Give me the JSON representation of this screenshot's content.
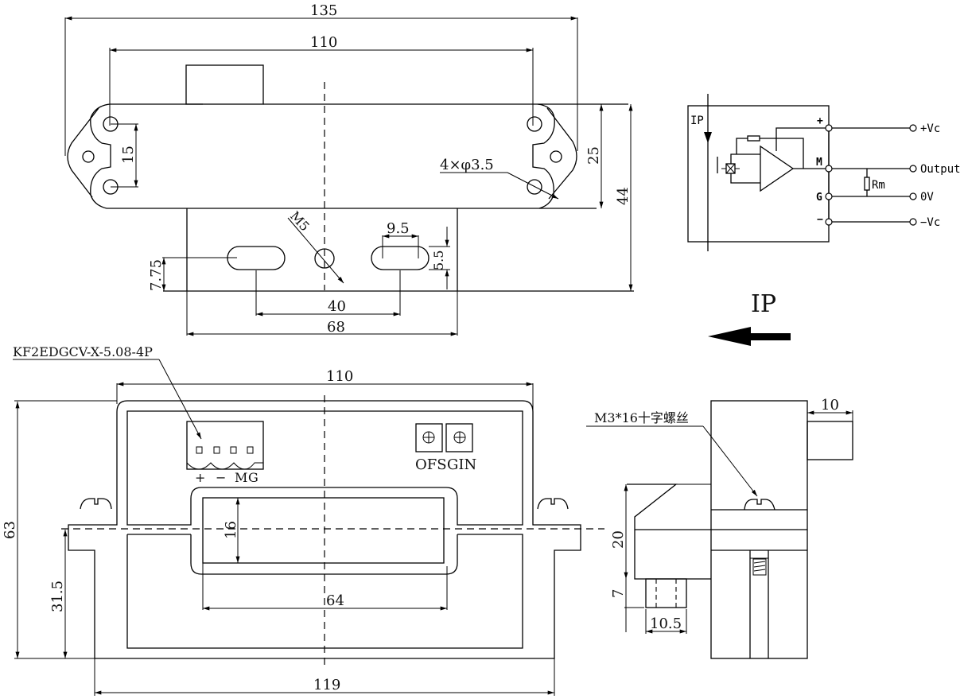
{
  "drawing": {
    "top_view": {
      "dims": {
        "overall_width": "135",
        "mount_spacing": "110",
        "hole_pitch": "15",
        "flange_height": "25",
        "overall_height": "44",
        "holes_note": "4×φ3.5",
        "screw_thread": "M5",
        "slot_length": "9.5",
        "slot_width": "5.5",
        "slot_offset": "7.75",
        "slot_spacing": "40",
        "base_width": "68"
      }
    },
    "schematic": {
      "input_label": "IP",
      "pins": [
        "+",
        "M",
        "G",
        "−"
      ],
      "terminals": [
        "+Vc",
        "Output",
        "0V",
        "−Vc"
      ],
      "resistor_label": "Rm"
    },
    "current_direction": {
      "label": "IP"
    },
    "front_view": {
      "connector_part": "KF2EDGCV-X-5.08-4P",
      "connector_pins": [
        "+",
        "−",
        "M",
        "G"
      ],
      "trim_labels": [
        "OFS",
        "GIN"
      ],
      "dims": {
        "mount_spacing": "110",
        "overall_height": "63",
        "center_height": "31.5",
        "window_height": "16",
        "window_width": "64",
        "overall_width": "119"
      }
    },
    "side_view": {
      "screw_note": "M3*16十字螺丝",
      "dims": {
        "connector_depth": "10",
        "body_height": "20",
        "foot_height": "7",
        "foot_width": "10.5"
      }
    }
  }
}
